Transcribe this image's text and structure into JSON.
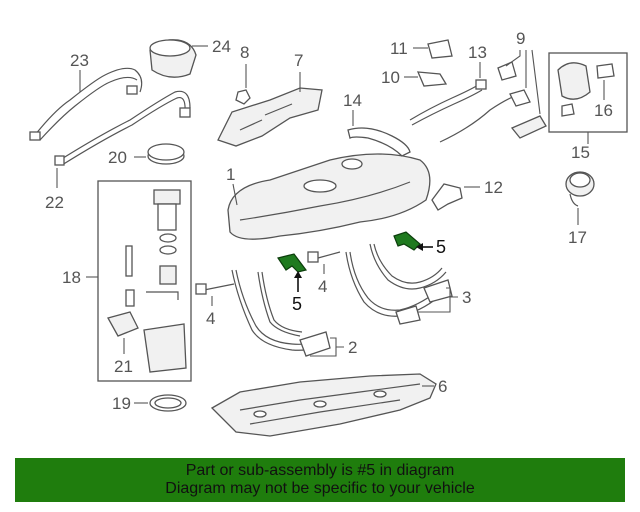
{
  "callouts": {
    "n1": "1",
    "n2": "2",
    "n3": "3",
    "n4a": "4",
    "n4b": "4",
    "n5a": "5",
    "n5b": "5",
    "n6": "6",
    "n7": "7",
    "n8": "8",
    "n9": "9",
    "n10": "10",
    "n11": "11",
    "n12": "12",
    "n13": "13",
    "n14": "14",
    "n15": "15",
    "n16": "16",
    "n17": "17",
    "n18": "18",
    "n19": "19",
    "n20": "20",
    "n21": "21",
    "n22": "22",
    "n23": "23",
    "n24": "24"
  },
  "highlight": {
    "part_number": "5",
    "color": "#1f7d0d"
  },
  "banner": {
    "line1": "Part or sub-assembly is #5 in diagram",
    "line2": "Diagram may not be specific to your vehicle",
    "background": "#1f7d0d"
  }
}
